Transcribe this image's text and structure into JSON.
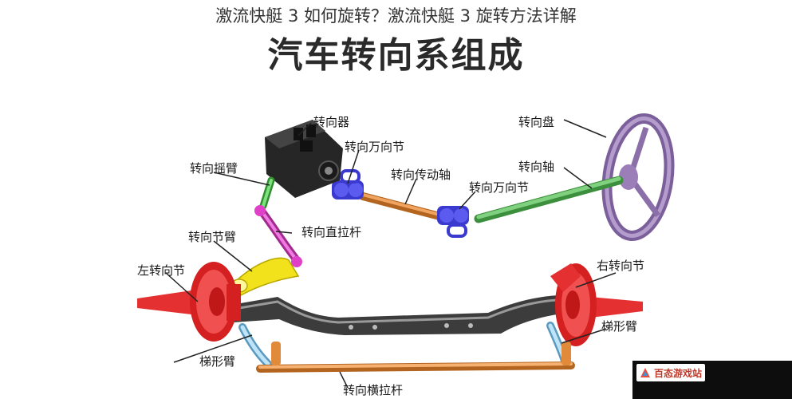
{
  "header": {
    "page_title": "激流快艇 3 如何旋转？激流快艇 3 旋转方法详解",
    "diagram_title": "汽车转向系组成"
  },
  "labels": {
    "steering_gear": "转向器",
    "steering_wheel": "转向盘",
    "universal_joint_1": "转向万向节",
    "steering_shaft": "转向轴",
    "pitman_arm": "转向摇臂",
    "drive_shaft": "转向传动轴",
    "universal_joint_2": "转向万向节",
    "drag_link": "转向直拉杆",
    "knuckle_arm": "转向节臂",
    "left_knuckle": "左转向节",
    "right_knuckle": "右转向节",
    "left_trapezoid_arm": "梯形臂",
    "right_trapezoid_arm": "梯形臂",
    "tie_rod": "转向横拉杆"
  },
  "watermark": {
    "text": "百态游戏站"
  },
  "colors": {
    "wheel": "#8a6fa8",
    "green_shaft": "#5cb85c",
    "orange_shaft": "#e08a3a",
    "uj_blue": "#3a3ad0",
    "axle": "#3c3c3c",
    "hub_red": "#e43030",
    "yellow_arm": "#f2e21c",
    "pink_link": "#e040c8",
    "light_blue": "#9fd0ee",
    "gear_black": "#2a2a2a"
  }
}
